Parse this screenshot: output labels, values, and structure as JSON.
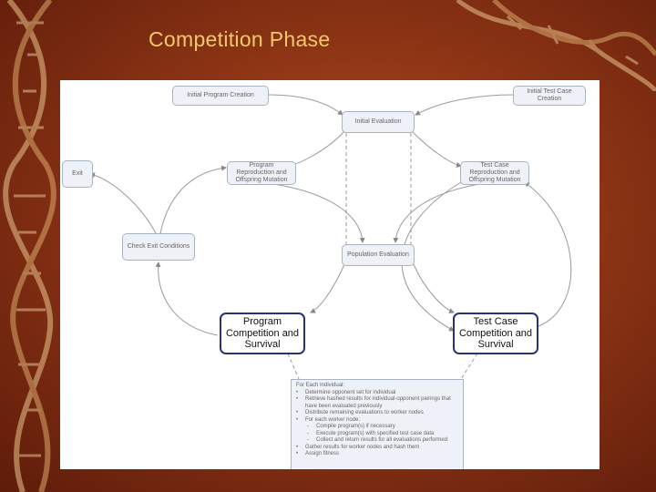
{
  "slide": {
    "title": "Competition Phase"
  },
  "diagram": {
    "nodes": {
      "initial_program_creation": "Initial Program Creation",
      "initial_test_case_creation": "Initial Test Case Creation",
      "initial_evaluation": "Initial Evaluation",
      "exit": "Exit",
      "program_reproduction": "Program Reproduction and Offspring Mutation",
      "test_case_reproduction": "Test Case Reproduction and Offspring Mutation",
      "check_exit_conditions": "Check Exit Conditions",
      "population_evaluation": "Population Evaluation",
      "program_competition": "Program Competition and Survival",
      "test_case_competition": "Test Case Competition and Survival"
    },
    "notes": {
      "heading": "For Each Individual:",
      "items": [
        "Determine opponent set for individual",
        "Retrieve hashed results for individual-opponent pairings that have been evaluated previously",
        "Distribute remaining evaluations to worker nodes",
        "For each worker node:",
        "Compile program(s) if necessary",
        "Execute program(s) with specified test case data",
        "Collect and return results for all evaluations performed",
        "Gather results for worker nodes and hash them",
        "Assign fitness"
      ]
    }
  }
}
